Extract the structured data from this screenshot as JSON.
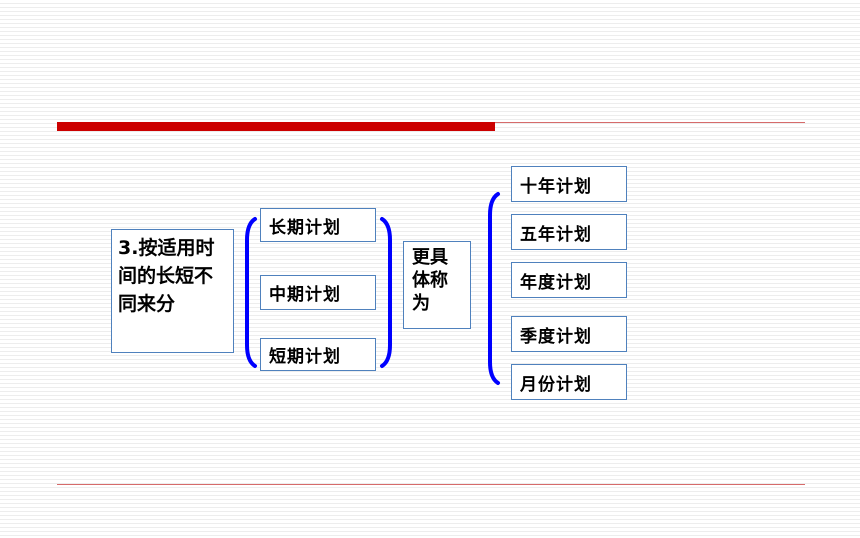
{
  "root": {
    "label": "3.按适用时间的长短不同来分"
  },
  "categories": [
    {
      "label": "长期计划"
    },
    {
      "label": "中期计划"
    },
    {
      "label": "短期计划"
    }
  ],
  "connector": {
    "label": "更具体称为"
  },
  "specifics": [
    {
      "label": "十年计划"
    },
    {
      "label": "五年计划"
    },
    {
      "label": "年度计划"
    },
    {
      "label": "季度计划"
    },
    {
      "label": "月份计划"
    }
  ],
  "colors": {
    "accent_red": "#cc0000",
    "box_border": "#4f81bd",
    "bracket": "#0000ff"
  }
}
